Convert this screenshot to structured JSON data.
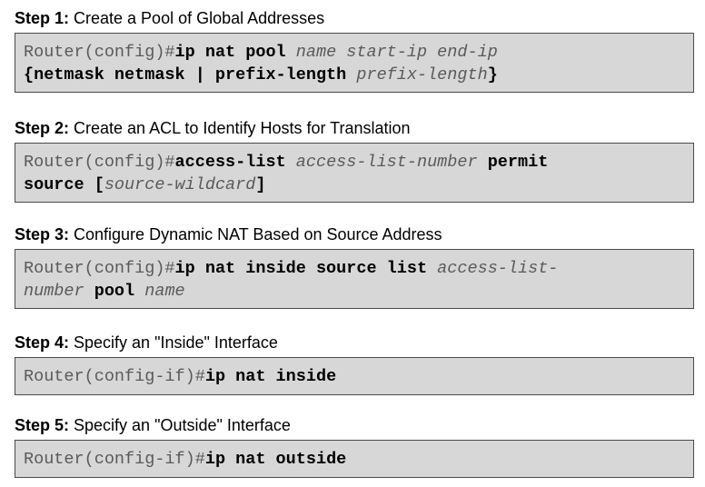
{
  "steps": [
    {
      "label": "Step 1:",
      "title": " Create a Pool of Global Addresses",
      "line1": {
        "prompt": "Router(config)#",
        "kw1": "ip nat pool",
        "arg1": " name start-ip end-ip"
      },
      "line2": {
        "kw1": "{netmask netmask | prefix-length",
        "arg1": " prefix-length",
        "kw2": "}"
      }
    },
    {
      "label": "Step 2:",
      "title": " Create an ACL to Identify Hosts for Translation",
      "line1": {
        "prompt": "Router(config)#",
        "kw1": "access-list",
        "arg1": " access-list-number ",
        "kw2": "permit"
      },
      "line2": {
        "kw1": "source [",
        "arg1": "source-wildcard",
        "kw2": "]"
      }
    },
    {
      "label": "Step 3:",
      "title": " Configure Dynamic NAT Based on Source Address",
      "line1": {
        "prompt": "Router(config)#",
        "kw1": "ip nat inside source list",
        "arg1": " access-list-"
      },
      "line2": {
        "arg1": "number ",
        "kw1": "pool",
        "arg2": " name"
      }
    },
    {
      "label": "Step 4:",
      "title": " Specify an \"Inside\" Interface",
      "line1": {
        "prompt": "Router(config-if)#",
        "kw1": "ip nat inside"
      }
    },
    {
      "label": "Step 5:",
      "title": " Specify an \"Outside\" Interface",
      "line1": {
        "prompt": "Router(config-if)#",
        "kw1": "ip nat outside"
      }
    }
  ]
}
